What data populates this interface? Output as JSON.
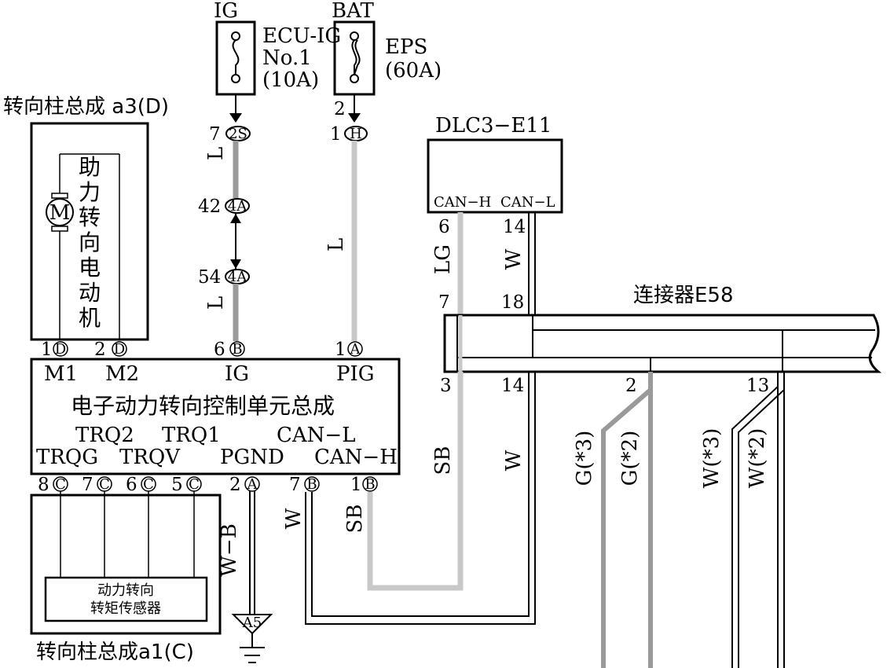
{
  "title": "",
  "fuses": {
    "ig": {
      "label": "IG",
      "name": "ECU-IG",
      "num": "No.1",
      "rating": "(10A)"
    },
    "bat": {
      "label": "BAT",
      "name": "EPS",
      "rating": "(60A)"
    }
  },
  "motor_assembly": {
    "title": "转向柱总成 a3(D)",
    "motor_symbol": "M",
    "chars": [
      "助",
      "力",
      "转",
      "向",
      "电",
      "动",
      "机"
    ],
    "pin1": "1",
    "pin1_conn": "D",
    "pin2": "2",
    "pin2_conn": "D"
  },
  "ecu": {
    "title": "电子动力转向控制单元总成",
    "m1": "M1",
    "m2": "M2",
    "ig": "IG",
    "pig": "PIG",
    "trq2": "TRQ2",
    "trq1": "TRQ1",
    "canl": "CAN−L",
    "trqg": "TRQG",
    "trqv": "TRQV",
    "pgnd": "PGND",
    "canh": "CAN−H",
    "pin_ig": "6",
    "pin_ig_conn": "B",
    "pin_pig": "1",
    "pin_pig_conn": "A",
    "pin_pgnd": "2",
    "pin_pgnd_conn": "A",
    "pin_7b": "7",
    "pin_7b_conn": "B",
    "pin_1b": "1",
    "pin_1b_conn": "B",
    "pins_c": [
      {
        "num": "8",
        "conn": "C"
      },
      {
        "num": "7",
        "conn": "C"
      },
      {
        "num": "6",
        "conn": "C"
      },
      {
        "num": "5",
        "conn": "C"
      }
    ]
  },
  "sensor": {
    "line1": "动力转向",
    "line2": "转矩传感器",
    "assembly": "转向柱总成a1(C)"
  },
  "dlc": {
    "title": "DLC3−E11",
    "canh": "CAN−H",
    "canl": "CAN−L",
    "pin_h": "6",
    "pin_l": "14"
  },
  "connector": {
    "title": "连接器E58",
    "pin7": "7",
    "pin18": "18",
    "pin3": "3",
    "pin14": "14",
    "pin2": "2",
    "pin13": "13"
  },
  "ig_circuit": {
    "pin7": "7",
    "conn2s": "2S",
    "pin42": "42",
    "conn4a": "4A",
    "pin54": "54",
    "conn4a_2": "4A",
    "wire1": "L",
    "wire2": "L"
  },
  "bat_circuit": {
    "pin2": "2",
    "pin1": "1",
    "conn_h": "H",
    "wire": "L"
  },
  "wires": {
    "lg": "LG",
    "w_top": "W",
    "sb": "SB",
    "w_mid": "W",
    "g3": "G(*3)",
    "g2": "G(*2)",
    "w3": "W(*3)",
    "w2": "W(*2)",
    "wb": "W−B",
    "w_left": "W",
    "sb_left": "SB"
  },
  "ground": {
    "label": "A5"
  },
  "colors": {
    "wire_gray": "#9a9a9a",
    "wire_light": "#c8c8c8",
    "ink": "#000000"
  }
}
